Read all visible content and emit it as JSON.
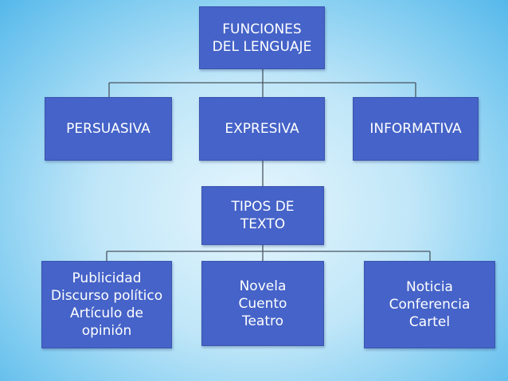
{
  "diagram": {
    "root": "FUNCIONES\nDEL LENGUAJE",
    "functions": [
      "PERSUASIVA",
      "EXPRESIVA",
      "INFORMATIVA"
    ],
    "subnode": "TIPOS DE\nTEXTO",
    "text_types": [
      "Publicidad\nDiscurso político\nArtículo de\nopinión",
      "Novela\nCuento\nTeatro",
      "Noticia\nConferencia\nCartel"
    ]
  },
  "colors": {
    "box_fill": "#4563c8",
    "connector": "#4a5560",
    "background_center": "#e6f6fd",
    "background_edge": "#55b8ea"
  }
}
